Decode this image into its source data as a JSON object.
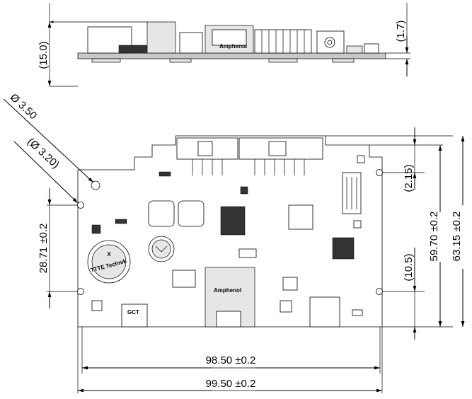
{
  "dimensions": {
    "side_height": "(15.0)",
    "side_offset": "(1.7)",
    "hole_large": "Ø 3.50",
    "hole_small": "(Ø 3.20)",
    "hole_spacing_y": "28.71 ±0.2",
    "edge_offset_top": "(2.15)",
    "inner_height": "59.70 ±0.2",
    "total_height": "63.15 ±0.2",
    "lower_offset": "(10.5)",
    "inner_width": "98.50 ±0.2",
    "total_width": "99.50 ±0.2"
  },
  "component_labels": {
    "ethernet_brand_side": "Amphenol",
    "ethernet_brand_top": "Amphenol",
    "usb_marking": "GCT",
    "battery_brand": "TTTE Technik",
    "battery_mark": "X"
  }
}
